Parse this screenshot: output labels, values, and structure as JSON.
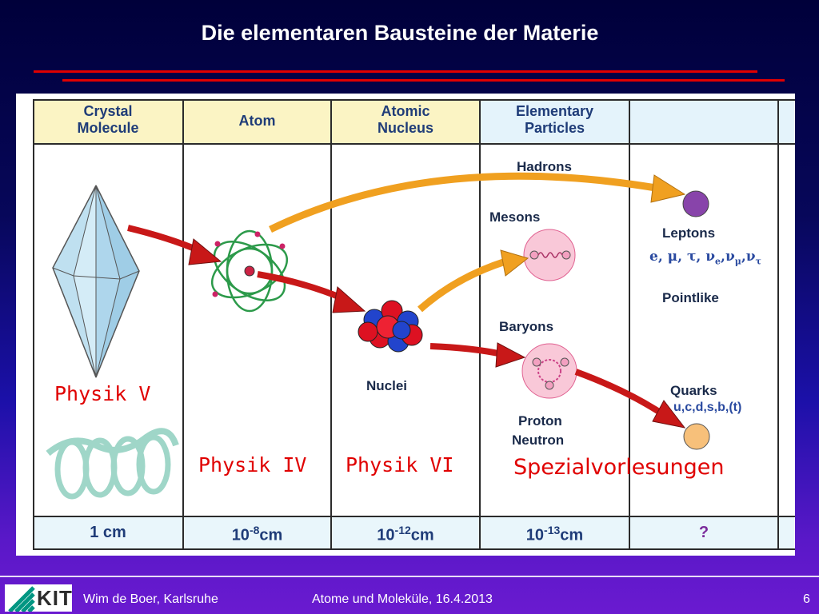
{
  "slide": {
    "title": "Die elementaren Bausteine der Materie"
  },
  "table": {
    "headers": [
      {
        "line1": "Crystal",
        "line2": "Molecule"
      },
      {
        "line1": "Atom",
        "line2": ""
      },
      {
        "line1": "Atomic",
        "line2": "Nucleus"
      },
      {
        "line1": "Elementary",
        "line2": "Particles"
      },
      {
        "line1": "",
        "line2": ""
      }
    ],
    "scales": [
      {
        "base": "1 cm",
        "exp": "",
        "unit": ""
      },
      {
        "base": "10",
        "exp": "-8",
        "unit": "cm"
      },
      {
        "base": "10",
        "exp": "-12",
        "unit": "cm"
      },
      {
        "base": "10",
        "exp": "-13",
        "unit": "cm"
      },
      {
        "base": "?",
        "exp": "",
        "unit": ""
      }
    ]
  },
  "labels": {
    "hadrons": "Hadrons",
    "mesons": "Mesons",
    "baryons": "Baryons",
    "proton": "Proton",
    "neutron": "Neutron",
    "nuclei": "Nuclei",
    "leptons": "Leptons",
    "pointlike": "Pointlike",
    "quarks": "Quarks",
    "quark_list": "u,c,d,s,b,(t)",
    "lepton_list_a": "e,",
    "lepton_list_b": "μ,",
    "lepton_list_c": "τ,",
    "nu": "ν",
    "nu_e": "e",
    "nu_mu": "μ",
    "nu_tau": "τ"
  },
  "courses": {
    "physik_v": "Physik V",
    "physik_iv": "Physik IV",
    "physik_vi": "Physik VI",
    "spezial": "Spezialvorlesungen"
  },
  "footer": {
    "logo_text": "KIT",
    "author": "Wim de Boer, Karlsruhe",
    "course": "Atome und Moleküle,  16.4.2013",
    "page": "6"
  },
  "colors": {
    "title_rule": "#e00000",
    "course_text": "#e00000",
    "lepton_ball": "#8844aa",
    "quark_ball": "#f7c07a",
    "arrow_red": "#c81818",
    "arrow_orange": "#f0a020"
  }
}
